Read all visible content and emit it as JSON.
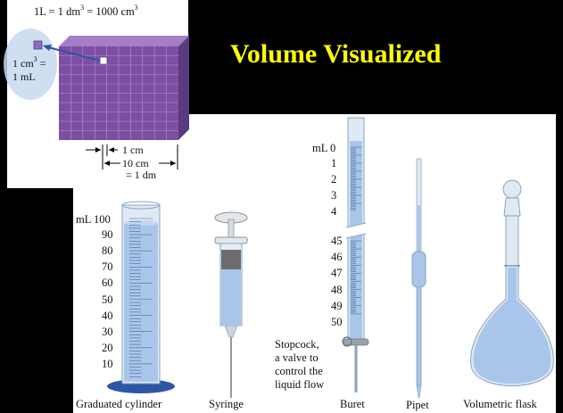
{
  "title": "Volume Visualized",
  "cube": {
    "equation_pre": "1L = 1 dm",
    "equation_mid": " = 1000 cm",
    "sup": "3",
    "small_cube_pre": "1 cm",
    "small_cube_post": " =",
    "small_cube_ml": "1 mL",
    "dim_cm": "1 cm",
    "dim_10cm": "10 cm",
    "dim_dm": "= 1 dm"
  },
  "cylinder": {
    "unit": "mL",
    "marks": [
      "100",
      "90",
      "80",
      "70",
      "60",
      "50",
      "40",
      "30",
      "20",
      "10"
    ]
  },
  "buret": {
    "unit": "mL",
    "top_marks": [
      "0",
      "1",
      "2",
      "3",
      "4"
    ],
    "bottom_marks": [
      "45",
      "46",
      "47",
      "48",
      "49",
      "50"
    ],
    "stopcock_note": [
      "Stopcock,",
      "a valve to",
      "control the",
      "liquid flow"
    ]
  },
  "captions": {
    "cylinder": "Graduated cylinder",
    "syringe": "Syringe",
    "buret": "Buret",
    "pipet": "Pipet",
    "flask": "Volumetric flask"
  },
  "colors": {
    "background": "#000000",
    "title": "#ffff00",
    "cube": "#7d4fa3",
    "liquid": "#a9c6ea",
    "glass": "#dfe9f3",
    "cylinder_base": "#2f55a5"
  }
}
